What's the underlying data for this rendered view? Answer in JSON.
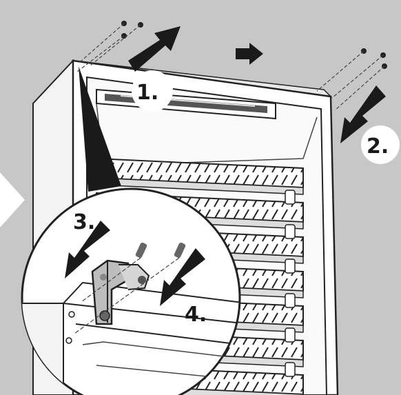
{
  "steps": {
    "step1": "1.",
    "step2": "2.",
    "step3": "3.",
    "step4": "4."
  },
  "colors": {
    "background": "#c7c7c7",
    "line": "#222222",
    "panel": "#ffffff",
    "arrow": "#1a1a1a"
  },
  "icons": {
    "screw": "screw-icon",
    "hinge": "hinge-bracket-icon",
    "arrow": "direction-arrow-icon"
  }
}
